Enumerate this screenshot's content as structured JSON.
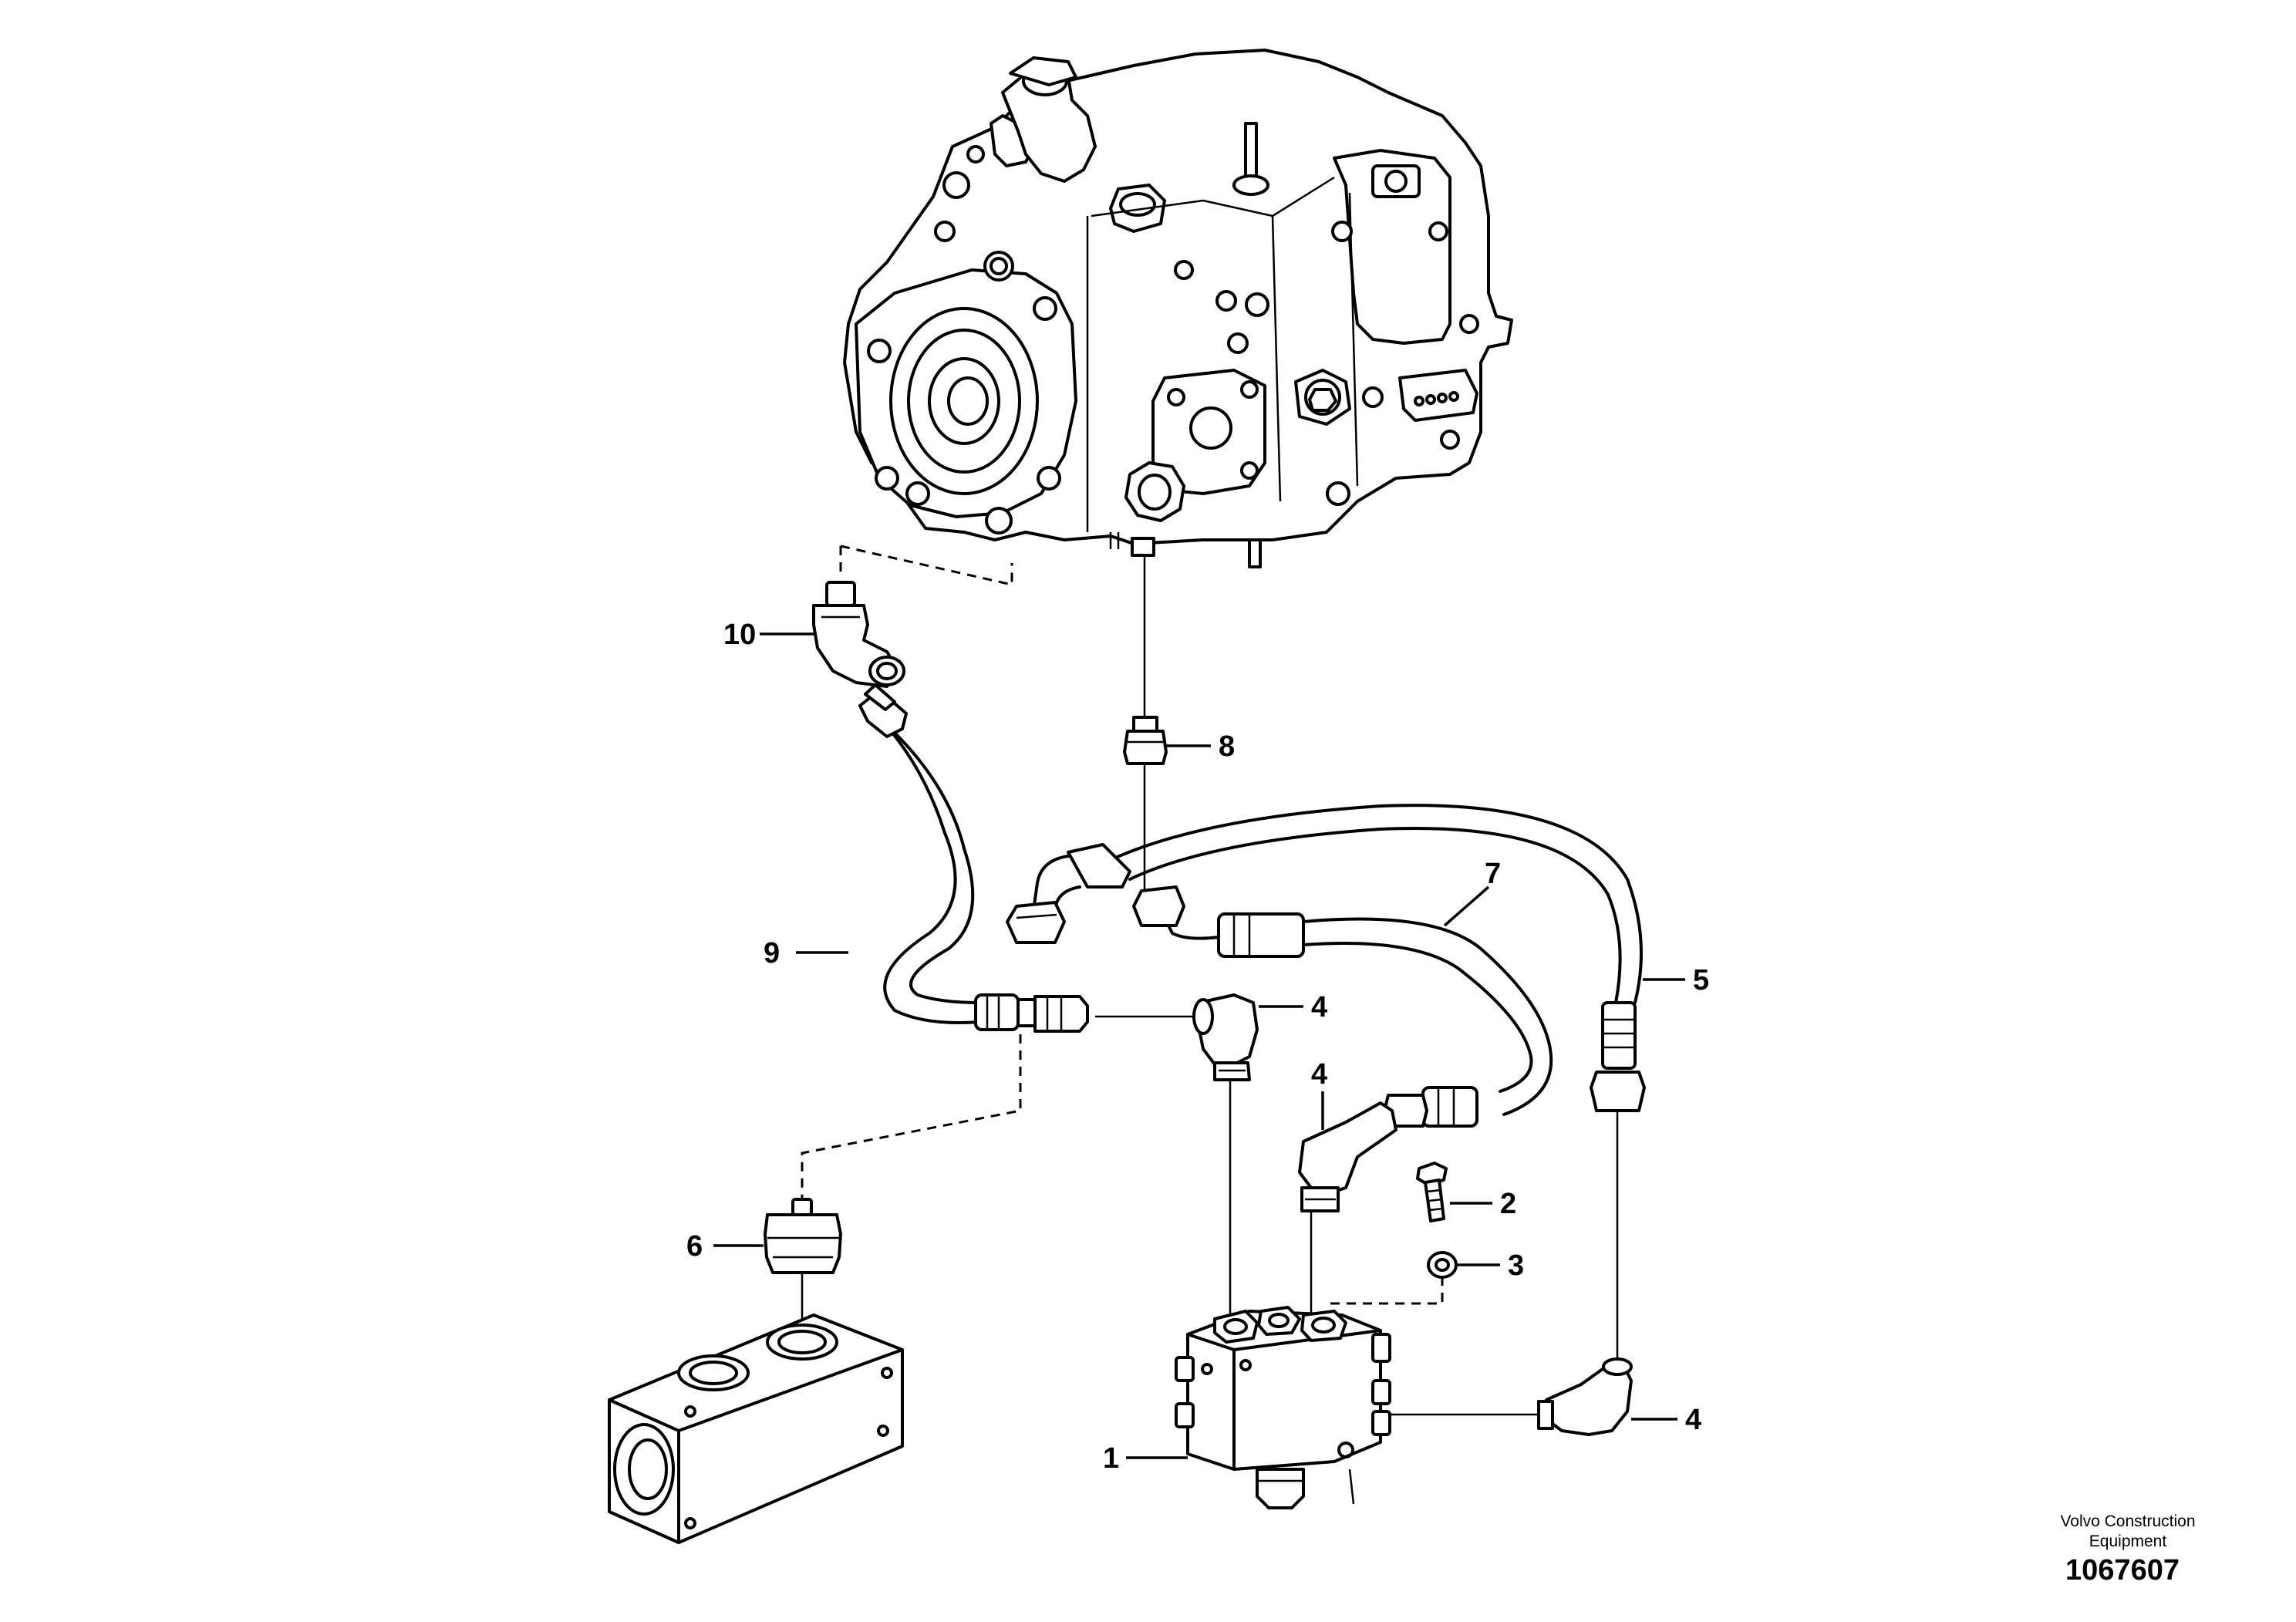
{
  "callouts": [
    {
      "id": "1",
      "label": "1"
    },
    {
      "id": "2",
      "label": "2"
    },
    {
      "id": "3",
      "label": "3"
    },
    {
      "id": "4a",
      "label": "4"
    },
    {
      "id": "4b",
      "label": "4"
    },
    {
      "id": "4c",
      "label": "4"
    },
    {
      "id": "5",
      "label": "5"
    },
    {
      "id": "6",
      "label": "6"
    },
    {
      "id": "7",
      "label": "7"
    },
    {
      "id": "8",
      "label": "8"
    },
    {
      "id": "9",
      "label": "9"
    },
    {
      "id": "10",
      "label": "10"
    }
  ],
  "footer": {
    "brand_line1": "Volvo Construction",
    "brand_line2": "Equipment",
    "reference_number": "1067607"
  }
}
